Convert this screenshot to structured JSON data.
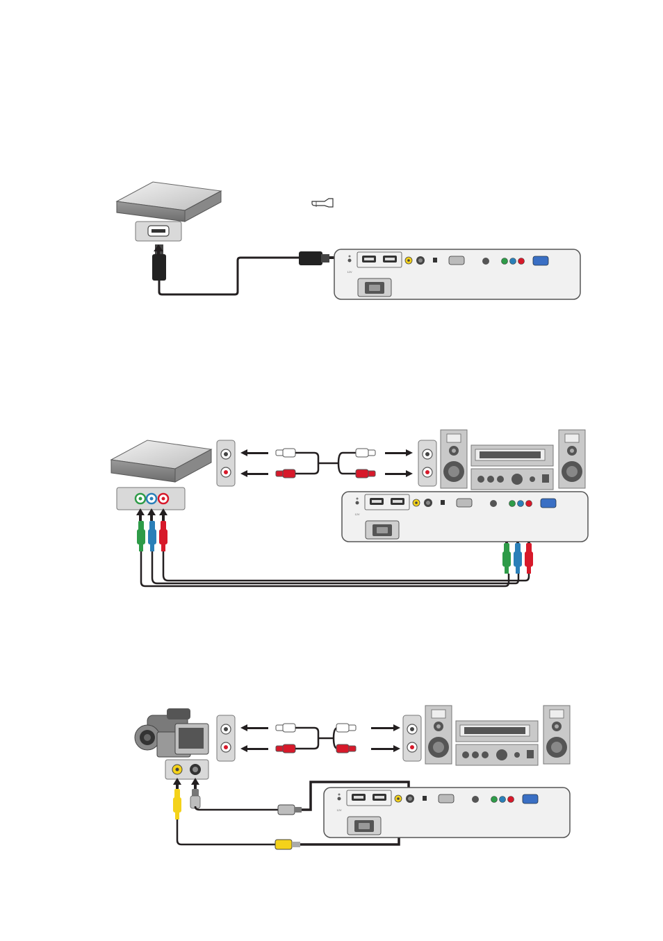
{
  "diagram_1": {
    "note_icon": "pointing-hand-note-icon",
    "devices": [
      "dvd-player-icon",
      "hdmi-port-icon",
      "projector-rear-panel-icon"
    ],
    "cable": "hdmi-cable"
  },
  "diagram_2": {
    "devices": [
      "dvd-player-icon",
      "component-port-icon",
      "audio-port-icon",
      "stereo-system-icon",
      "projector-rear-panel-icon"
    ],
    "cables": [
      "component-video-cable",
      "audio-cable"
    ]
  },
  "diagram_3": {
    "devices": [
      "camcorder-icon",
      "video-svideo-port-icon",
      "audio-port-icon",
      "stereo-system-icon",
      "projector-rear-panel-icon"
    ],
    "cables": [
      "s-video-cable",
      "composite-video-cable",
      "audio-cable"
    ]
  },
  "colors": {
    "line": "#231f20",
    "panel": "#f2f2f2",
    "panel_stroke": "#555555",
    "plug_red": "#d7192a",
    "plug_green": "#2e9b48",
    "plug_blue": "#2a7fb8",
    "plug_yellow": "#f4d21a",
    "vga_blue": "#3a6fc4",
    "speaker": "#c9c9c9"
  }
}
